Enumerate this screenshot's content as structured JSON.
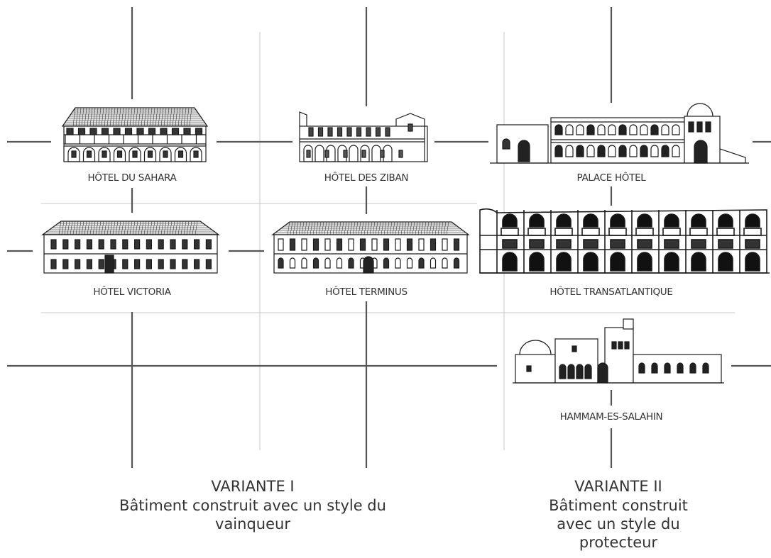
{
  "buildings": [
    {
      "id": "sahara",
      "label": "HÔTEL DU SAHARA"
    },
    {
      "id": "ziban",
      "label": "HÔTEL DES ZIBAN"
    },
    {
      "id": "palace",
      "label": "PALACE HÔTEL"
    },
    {
      "id": "victoria",
      "label": "HÔTEL VICTORIA"
    },
    {
      "id": "terminus",
      "label": "HÔTEL TERMINUS"
    },
    {
      "id": "transatlantique",
      "label": "HÔTEL TRANSATLANTIQUE"
    },
    {
      "id": "hammam",
      "label": "HAMMAM-ES-SALAHIN"
    }
  ],
  "variants": [
    {
      "title": "VARIANTE I",
      "description": "Bâtiment construit avec un style du vainqueur"
    },
    {
      "title": "VARIANTE II",
      "description": "Bâtiment construit avec un style du protecteur"
    }
  ],
  "colors": {
    "line_dark": "#555555",
    "line_light": "#c8c8c8",
    "ink": "#1a1a1a"
  }
}
